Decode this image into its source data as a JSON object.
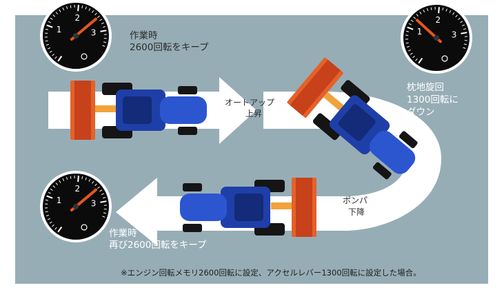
{
  "colors": {
    "background": "#97adb6",
    "arrow": "#ffffff",
    "tractor_body": "#1f3fa8",
    "implement": "#e4612a",
    "needle": "#e8541c",
    "gauge_face": "#0b0b0b"
  },
  "labels": {
    "work_keep_line1": "作業時",
    "work_keep_line2": "2600回転をキープ",
    "auto_up_line1": "オートアップ",
    "auto_up_line2": "上昇",
    "headland_line1": "枕地旋回",
    "headland_line2": "1300回転に",
    "headland_line3": "ダウン",
    "pump_line1": "ポンパ",
    "pump_line2": "下降",
    "work_again_line1": "作業時",
    "work_again_line2": "再び2600回転をキープ"
  },
  "gauges": [
    {
      "id": "work",
      "ticks": [
        "1",
        "2",
        "3"
      ],
      "needle_value": 2.6
    },
    {
      "id": "headland",
      "ticks": [
        "1",
        "2",
        "3"
      ],
      "needle_value": 1.3
    },
    {
      "id": "work-again",
      "ticks": [
        "1",
        "2",
        "3"
      ],
      "needle_value": 2.6
    }
  ],
  "footnote": "※エンジン回転メモリ2600回転に設定、アクセルレバー1300回転に設定した場合。"
}
